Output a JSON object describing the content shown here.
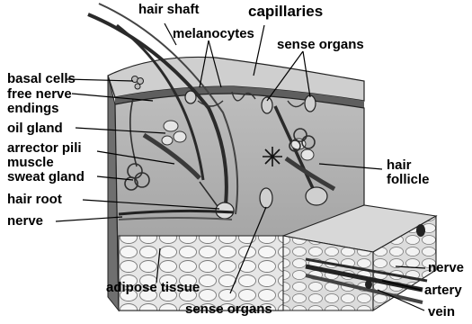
{
  "diagram": {
    "labels": {
      "hair_shaft": "hair shaft",
      "capillaries": "capillaries",
      "melanocytes": "melanocytes",
      "sense_organs_top": "sense organs",
      "basal_cells": "basal cells",
      "free_nerve_endings_line1": "free nerve",
      "free_nerve_endings_line2": "endings",
      "oil_gland": "oil gland",
      "arrector_pili_line1": "arrector pili",
      "arrector_pili_line2": "muscle",
      "sweat_gland": "sweat gland",
      "hair_root": "hair root",
      "nerve_left": "nerve",
      "hair_follicle_line1": "hair",
      "hair_follicle_line2": "follicle",
      "adipose_tissue": "adipose tissue",
      "sense_organs_bottom": "sense organs",
      "nerve_right": "nerve",
      "artery": "artery",
      "vein": "vein"
    }
  }
}
